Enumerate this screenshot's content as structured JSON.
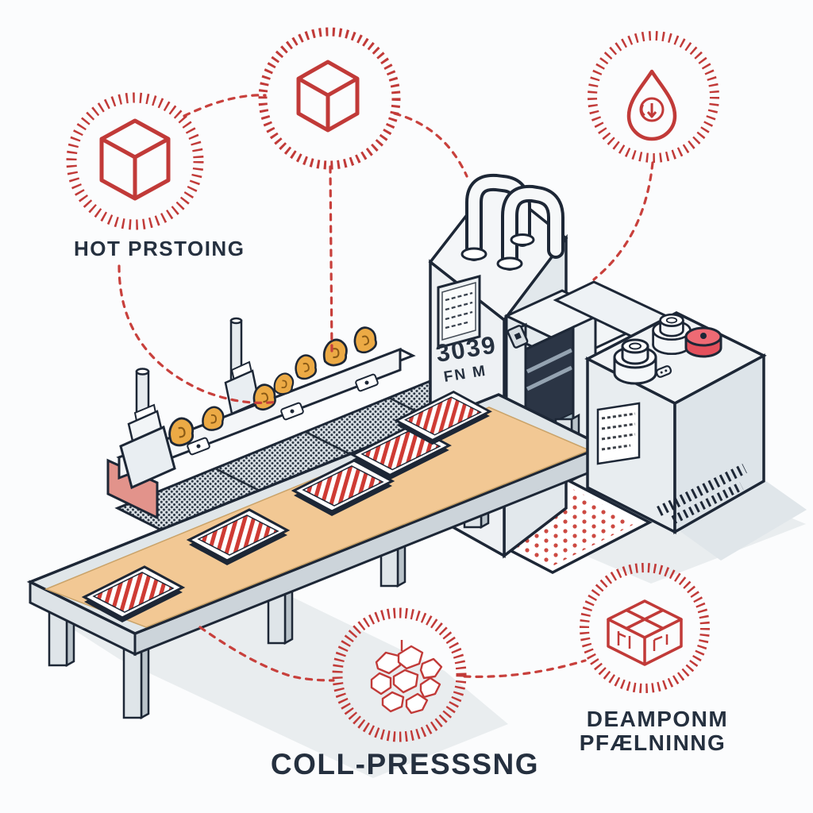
{
  "illustration": {
    "title": "isometric factory pressing process diagram",
    "background": "#fbfcfd",
    "accent_red": "#c13a38",
    "outline_navy": "#1d2736",
    "belt_tan": "#f2c894",
    "clamp_orange": "#ecaa45",
    "wedge_pink": "#e2938b",
    "label_color": "#25303f"
  },
  "badges": {
    "hot_pressing": {
      "label": "HOT PRSTOING",
      "icon": "cube-icon"
    },
    "raw_cube": {
      "icon": "cube-icon"
    },
    "cooling": {
      "icon": "droplet-icon"
    },
    "cold_pressing": {
      "label": "COLL-PRESSSNG",
      "icon": "crumpled-stack-icon"
    },
    "packaging": {
      "label_line1": "DEAMPONM",
      "label_line2": "PFÆLNINNG",
      "icon": "package-box-icon"
    }
  },
  "press_machine": {
    "display_value": "3039",
    "display_unit": "FN M"
  }
}
